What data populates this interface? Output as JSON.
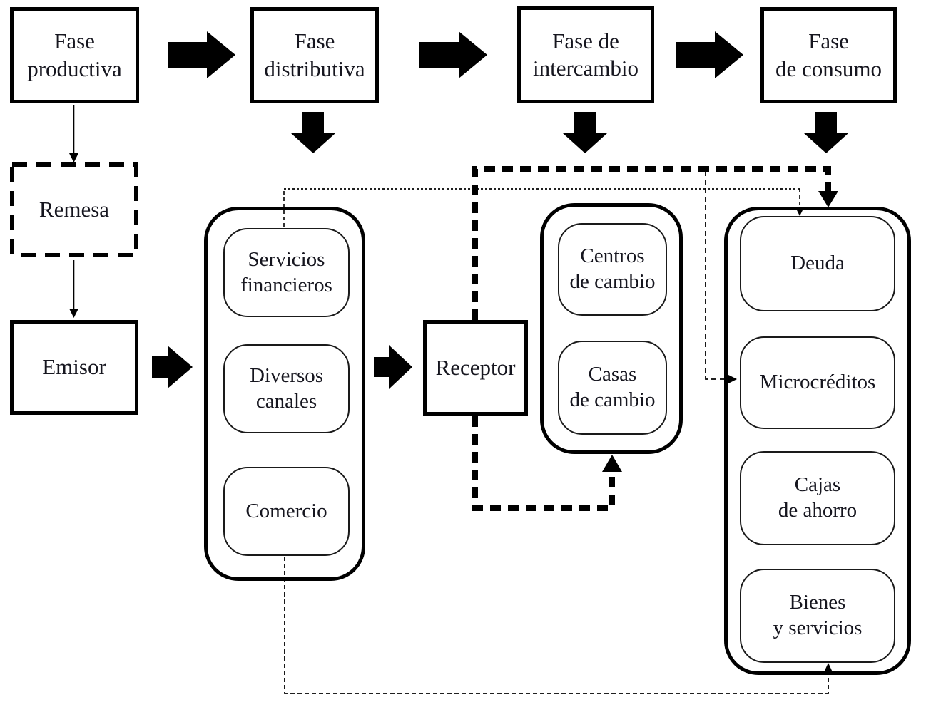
{
  "colors": {
    "ink": "#000000",
    "paper": "#ffffff",
    "text": "#16161f"
  },
  "nodes": {
    "fase_productiva": {
      "line1": "Fase",
      "line2": "productiva"
    },
    "fase_distributiva": {
      "line1": "Fase",
      "line2": "distributiva"
    },
    "fase_intercambio": {
      "line1": "Fase de",
      "line2": "intercambio"
    },
    "fase_consumo": {
      "line1": "Fase",
      "line2": "de consumo"
    },
    "remesa": {
      "line1": "Remesa"
    },
    "emisor": {
      "line1": "Emisor"
    },
    "receptor": {
      "line1": "Receptor"
    },
    "servicios_financieros": {
      "line1": "Servicios",
      "line2": "financieros"
    },
    "diversos_canales": {
      "line1": "Diversos",
      "line2": "canales"
    },
    "comercio": {
      "line1": "Comercio"
    },
    "centros_cambio": {
      "line1": "Centros",
      "line2": "de cambio"
    },
    "casas_cambio": {
      "line1": "Casas",
      "line2": "de cambio"
    },
    "deuda": {
      "line1": "Deuda"
    },
    "microcreditos": {
      "line1": "Microcréditos"
    },
    "cajas_ahorro": {
      "line1": "Cajas",
      "line2": "de ahorro"
    },
    "bienes_servicios": {
      "line1": "Bienes",
      "line2": "y servicios"
    }
  }
}
